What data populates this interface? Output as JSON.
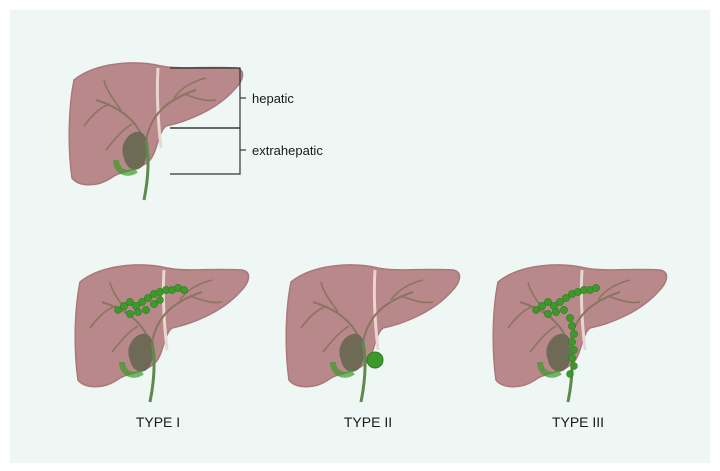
{
  "labels": {
    "hepatic": "hepatic",
    "extrahepatic": "extrahepatic"
  },
  "types": [
    {
      "label": "TYPE I"
    },
    {
      "label": "TYPE II"
    },
    {
      "label": "TYPE III"
    }
  ],
  "colors": {
    "background": "#eef7f3",
    "liver": "#b8888a",
    "liver_edge": "#a9787a",
    "ducts": "#8a7560",
    "gallbladder": "#6e6a55",
    "cyst": "#3c9a2a",
    "cyst_edge": "#2e7a1f",
    "bracket": "#333333"
  }
}
